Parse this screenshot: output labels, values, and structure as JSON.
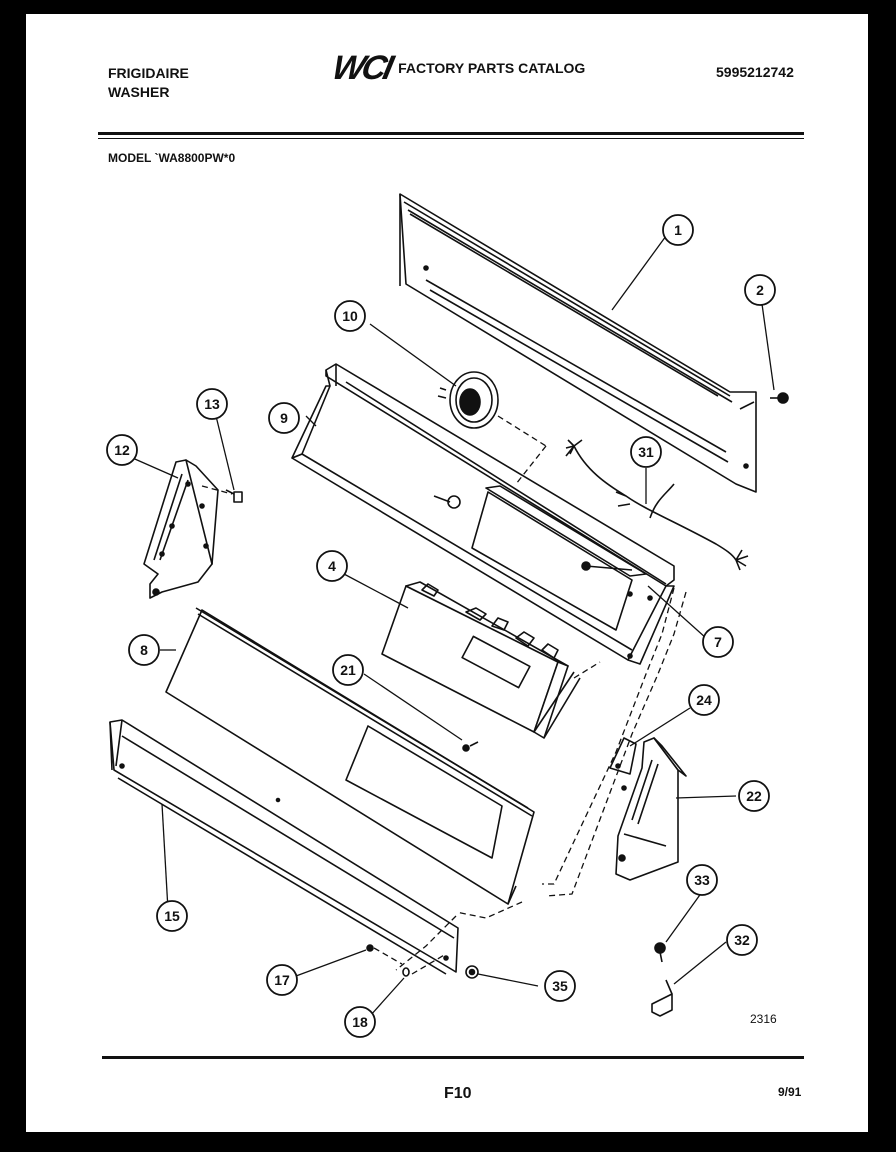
{
  "header": {
    "brand_line1": "FRIGIDAIRE",
    "brand_line2": "WASHER",
    "logo": "WCI",
    "catalog_title": "FACTORY PARTS CATALOG",
    "catalog_number": "5995212742",
    "model_label": "MODEL `WA8800PW*0"
  },
  "footer": {
    "page_code": "F10",
    "date": "9/91",
    "diagram_number": "2316"
  },
  "callouts": [
    {
      "id": "callout-1",
      "label": "1"
    },
    {
      "id": "callout-2",
      "label": "2"
    },
    {
      "id": "callout-10",
      "label": "10"
    },
    {
      "id": "callout-13",
      "label": "13"
    },
    {
      "id": "callout-9",
      "label": "9"
    },
    {
      "id": "callout-31",
      "label": "31"
    },
    {
      "id": "callout-12",
      "label": "12"
    },
    {
      "id": "callout-4",
      "label": "4"
    },
    {
      "id": "callout-7",
      "label": "7"
    },
    {
      "id": "callout-8",
      "label": "8"
    },
    {
      "id": "callout-21",
      "label": "21"
    },
    {
      "id": "callout-24",
      "label": "24"
    },
    {
      "id": "callout-22",
      "label": "22"
    },
    {
      "id": "callout-15",
      "label": "15"
    },
    {
      "id": "callout-33",
      "label": "33"
    },
    {
      "id": "callout-32",
      "label": "32"
    },
    {
      "id": "callout-17",
      "label": "17"
    },
    {
      "id": "callout-35",
      "label": "35"
    },
    {
      "id": "callout-18",
      "label": "18"
    }
  ]
}
